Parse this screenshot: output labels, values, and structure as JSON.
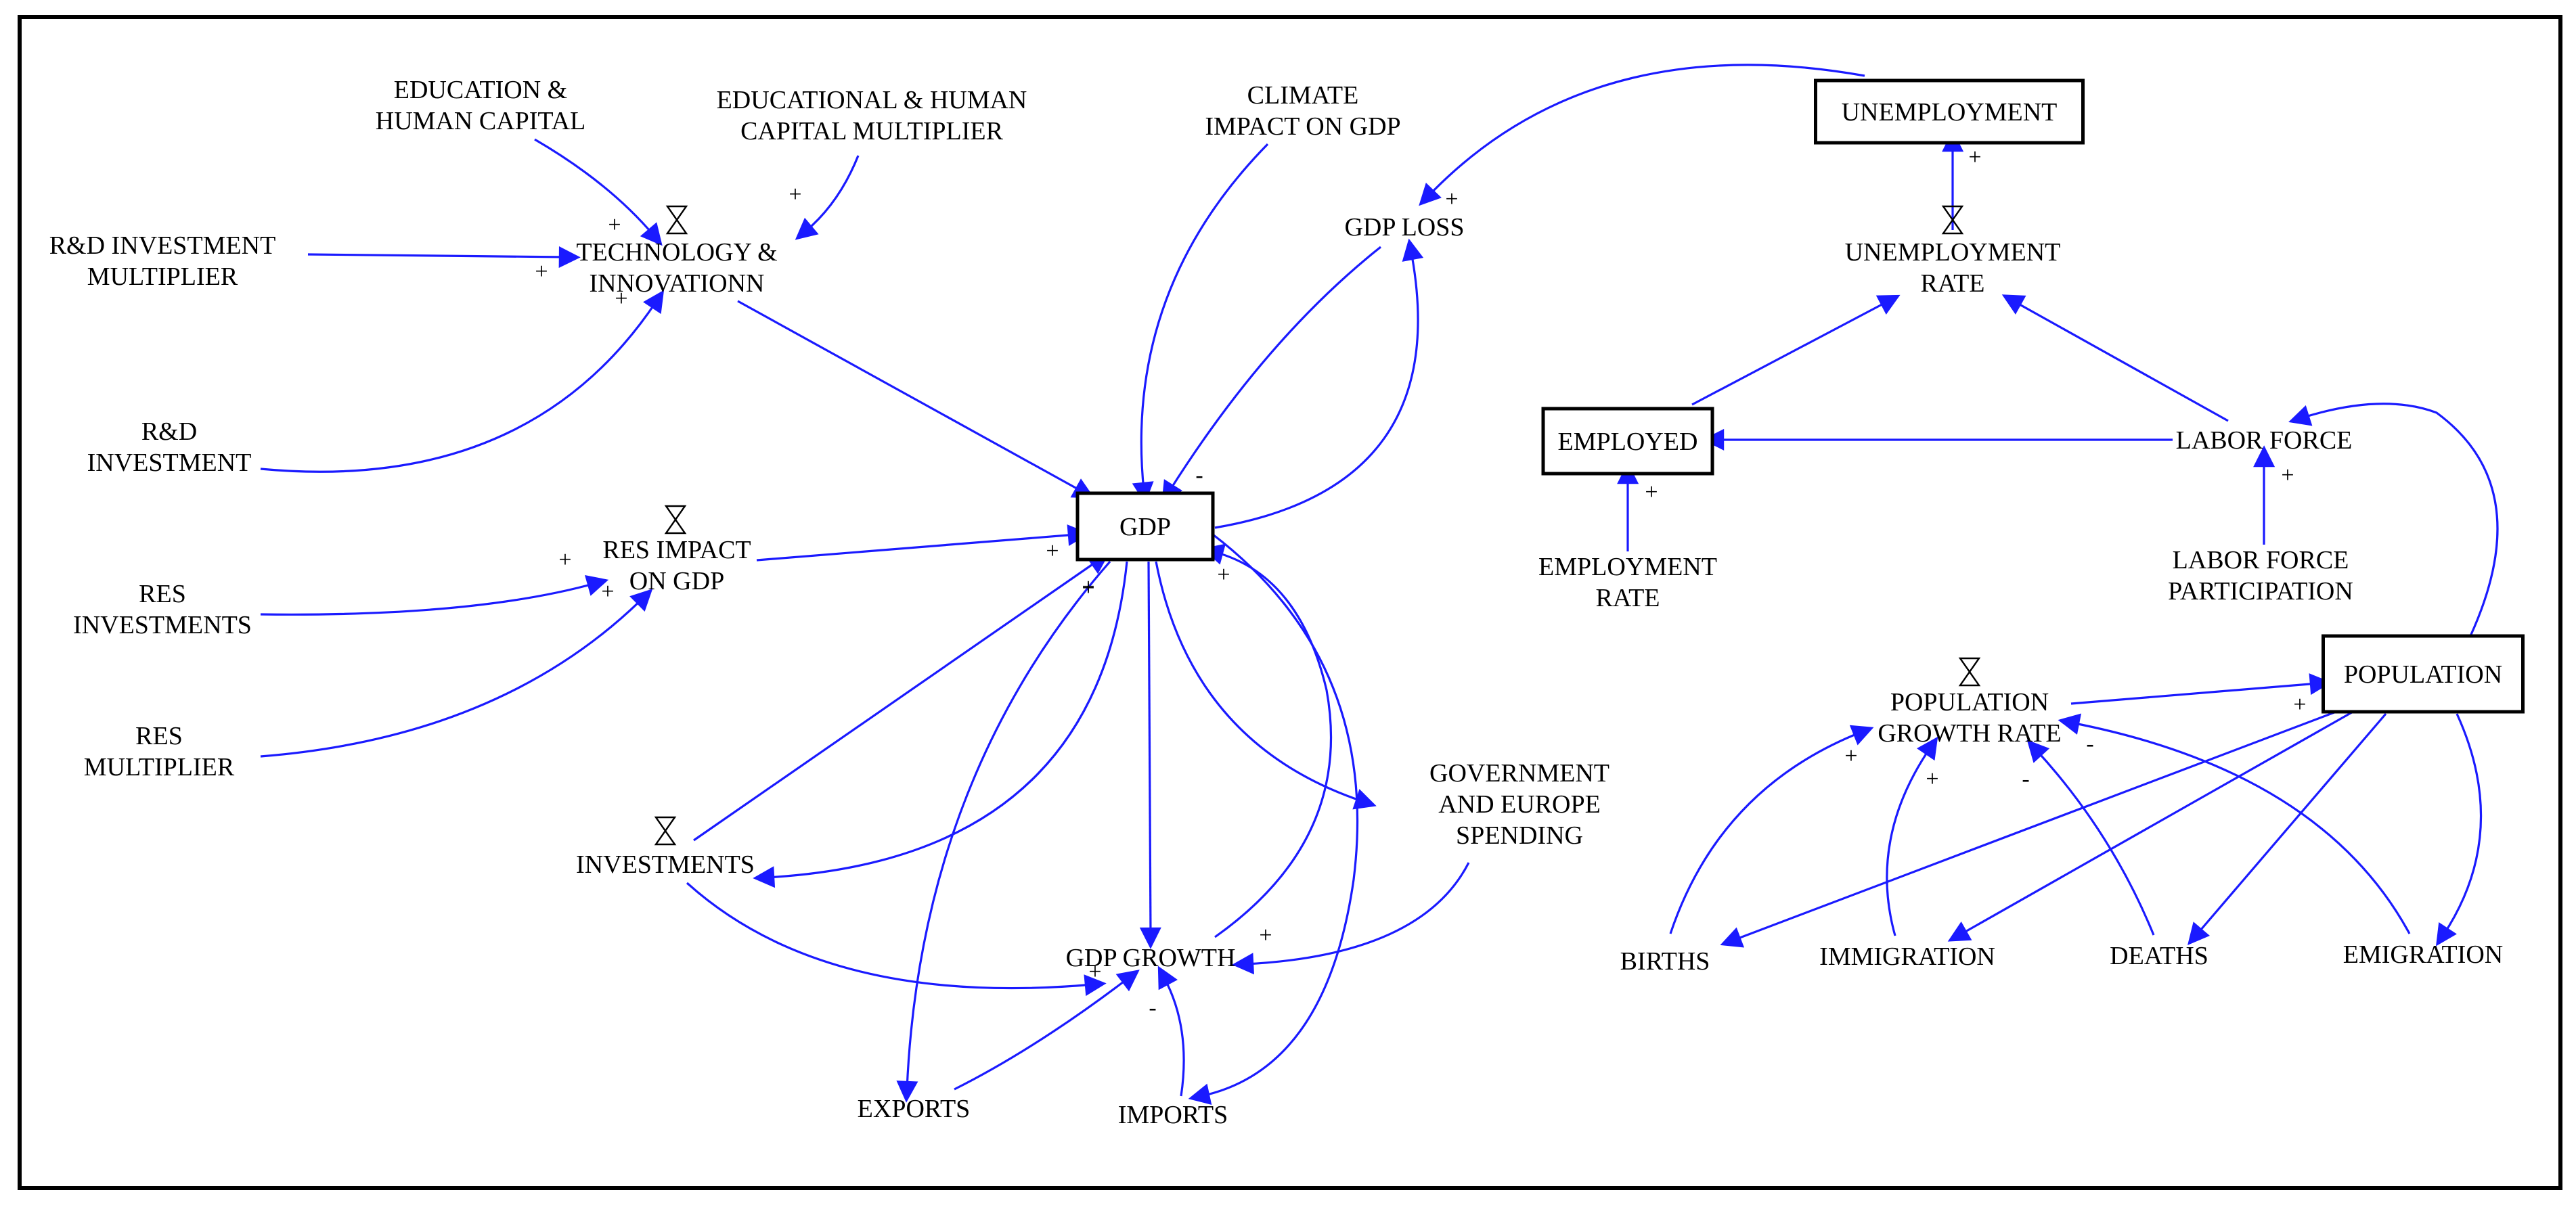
{
  "colors": {
    "link": "#1a1aff",
    "border": "#000000",
    "background": "#ffffff"
  },
  "nodes": [
    {
      "id": "edu_hc",
      "lines": [
        "EDUCATION &",
        "HUMAN CAPITAL"
      ],
      "boxed": false,
      "level": false
    },
    {
      "id": "edu_mult",
      "lines": [
        "EDUCATIONAL & HUMAN",
        "CAPITAL MULTIPLIER"
      ],
      "boxed": false,
      "level": false
    },
    {
      "id": "rd_mult",
      "lines": [
        "R&D INVESTMENT",
        "MULTIPLIER"
      ],
      "boxed": false,
      "level": false
    },
    {
      "id": "tech",
      "lines": [
        "TECHNOLOGY &",
        "INNOVATIONN"
      ],
      "boxed": false,
      "level": true
    },
    {
      "id": "rd_inv",
      "lines": [
        "R&D",
        "INVESTMENT"
      ],
      "boxed": false,
      "level": false
    },
    {
      "id": "climate",
      "lines": [
        "CLIMATE",
        "IMPACT ON GDP"
      ],
      "boxed": false,
      "level": false
    },
    {
      "id": "gdp_loss",
      "lines": [
        "GDP LOSS"
      ],
      "boxed": false,
      "level": false
    },
    {
      "id": "unemployment",
      "lines": [
        "UNEMPLOYMENT"
      ],
      "boxed": true,
      "level": false
    },
    {
      "id": "unemp_rate",
      "lines": [
        "UNEMPLOYMENT",
        "RATE"
      ],
      "boxed": false,
      "level": true
    },
    {
      "id": "employed",
      "lines": [
        "EMPLOYED"
      ],
      "boxed": true,
      "level": false
    },
    {
      "id": "labor_force",
      "lines": [
        "LABOR FORCE"
      ],
      "boxed": false,
      "level": false
    },
    {
      "id": "emp_rate",
      "lines": [
        "EMPLOYMENT",
        "RATE"
      ],
      "boxed": false,
      "level": false
    },
    {
      "id": "lf_part",
      "lines": [
        "LABOR FORCE",
        "PARTICIPATION"
      ],
      "boxed": false,
      "level": false
    },
    {
      "id": "gdp",
      "lines": [
        "GDP"
      ],
      "boxed": true,
      "level": false
    },
    {
      "id": "res_impact",
      "lines": [
        "RES IMPACT",
        "ON GDP"
      ],
      "boxed": false,
      "level": true
    },
    {
      "id": "res_inv",
      "lines": [
        "RES",
        "INVESTMENTS"
      ],
      "boxed": false,
      "level": false
    },
    {
      "id": "res_mult",
      "lines": [
        "RES",
        "MULTIPLIER"
      ],
      "boxed": false,
      "level": false
    },
    {
      "id": "investments",
      "lines": [
        "INVESTMENTS"
      ],
      "boxed": false,
      "level": true
    },
    {
      "id": "gov",
      "lines": [
        "GOVERNMENT",
        "AND EUROPE",
        "SPENDING"
      ],
      "boxed": false,
      "level": false
    },
    {
      "id": "gdp_growth",
      "lines": [
        "GDP GROWTH"
      ],
      "boxed": false,
      "level": false
    },
    {
      "id": "exports",
      "lines": [
        "EXPORTS"
      ],
      "boxed": false,
      "level": false
    },
    {
      "id": "imports",
      "lines": [
        "IMPORTS"
      ],
      "boxed": false,
      "level": false
    },
    {
      "id": "population",
      "lines": [
        "POPULATION"
      ],
      "boxed": true,
      "level": false
    },
    {
      "id": "pop_growth",
      "lines": [
        "POPULATION",
        "GROWTH RATE"
      ],
      "boxed": false,
      "level": true
    },
    {
      "id": "births",
      "lines": [
        "BIRTHS"
      ],
      "boxed": false,
      "level": false
    },
    {
      "id": "immigration",
      "lines": [
        "IMMIGRATION"
      ],
      "boxed": false,
      "level": false
    },
    {
      "id": "deaths",
      "lines": [
        "DEATHS"
      ],
      "boxed": false,
      "level": false
    },
    {
      "id": "emigration",
      "lines": [
        "EMIGRATION"
      ],
      "boxed": false,
      "level": false
    }
  ],
  "links": [
    {
      "from": "edu_hc",
      "to": "tech",
      "polarity": "+"
    },
    {
      "from": "edu_mult",
      "to": "tech",
      "polarity": "+"
    },
    {
      "from": "rd_mult",
      "to": "tech",
      "polarity": "+"
    },
    {
      "from": "rd_inv",
      "to": "tech",
      "polarity": "+"
    },
    {
      "from": "tech",
      "to": "gdp",
      "polarity": "+"
    },
    {
      "from": "climate",
      "to": "gdp",
      "polarity": "-"
    },
    {
      "from": "gdp_loss",
      "to": "gdp",
      "polarity": "-"
    },
    {
      "from": "gdp",
      "to": "gdp_loss",
      "polarity": ""
    },
    {
      "from": "unemployment",
      "to": "gdp_loss",
      "polarity": "+"
    },
    {
      "from": "unemp_rate",
      "to": "unemployment",
      "polarity": "+"
    },
    {
      "from": "employed",
      "to": "unemp_rate",
      "polarity": ""
    },
    {
      "from": "labor_force",
      "to": "unemp_rate",
      "polarity": ""
    },
    {
      "from": "labor_force",
      "to": "employed",
      "polarity": ""
    },
    {
      "from": "emp_rate",
      "to": "employed",
      "polarity": "+"
    },
    {
      "from": "lf_part",
      "to": "labor_force",
      "polarity": "+"
    },
    {
      "from": "population",
      "to": "labor_force",
      "polarity": "+"
    },
    {
      "from": "res_impact",
      "to": "gdp",
      "polarity": "+"
    },
    {
      "from": "res_inv",
      "to": "res_impact",
      "polarity": "+"
    },
    {
      "from": "res_mult",
      "to": "res_impact",
      "polarity": "+"
    },
    {
      "from": "investments",
      "to": "gdp",
      "polarity": "+"
    },
    {
      "from": "gdp",
      "to": "investments",
      "polarity": ""
    },
    {
      "from": "gdp",
      "to": "gdp_growth",
      "polarity": ""
    },
    {
      "from": "gdp",
      "to": "gov",
      "polarity": ""
    },
    {
      "from": "gdp",
      "to": "exports",
      "polarity": "+"
    },
    {
      "from": "gdp",
      "to": "imports",
      "polarity": "+"
    },
    {
      "from": "gdp_growth",
      "to": "gdp",
      "polarity": "+"
    },
    {
      "from": "investments",
      "to": "gdp_growth",
      "polarity": "+"
    },
    {
      "from": "gov",
      "to": "gdp_growth",
      "polarity": "+"
    },
    {
      "from": "exports",
      "to": "gdp_growth",
      "polarity": ""
    },
    {
      "from": "imports",
      "to": "gdp_growth",
      "polarity": "-"
    },
    {
      "from": "pop_growth",
      "to": "population",
      "polarity": "+"
    },
    {
      "from": "population",
      "to": "births",
      "polarity": ""
    },
    {
      "from": "population",
      "to": "immigration",
      "polarity": ""
    },
    {
      "from": "population",
      "to": "deaths",
      "polarity": ""
    },
    {
      "from": "population",
      "to": "emigration",
      "polarity": ""
    },
    {
      "from": "births",
      "to": "pop_growth",
      "polarity": "+"
    },
    {
      "from": "immigration",
      "to": "pop_growth",
      "polarity": "+"
    },
    {
      "from": "deaths",
      "to": "pop_growth",
      "polarity": "-"
    },
    {
      "from": "emigration",
      "to": "pop_growth",
      "polarity": "-"
    }
  ]
}
